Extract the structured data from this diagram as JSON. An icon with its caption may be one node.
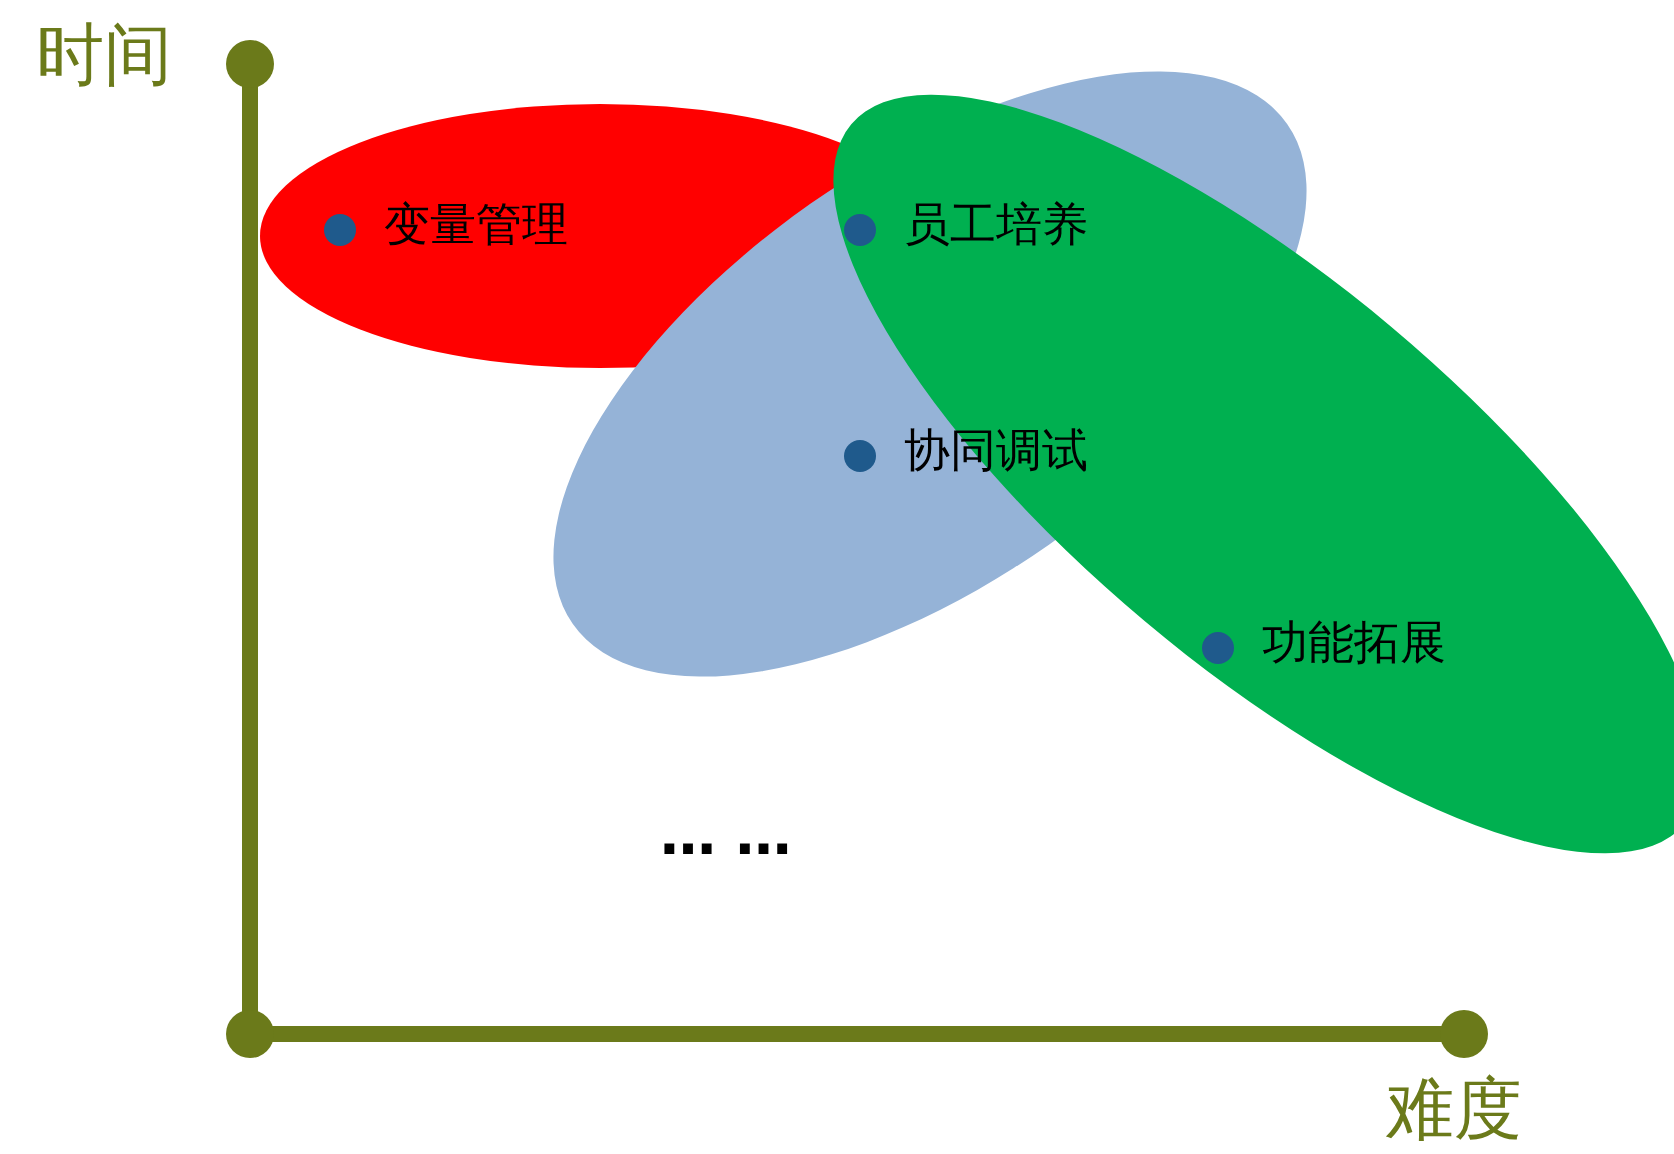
{
  "diagram": {
    "labels": [
      "时间",
      "变量管理",
      "员工培养",
      "协同调试",
      "功能拓展",
      "… …",
      "难度"
    ]
  }
}
